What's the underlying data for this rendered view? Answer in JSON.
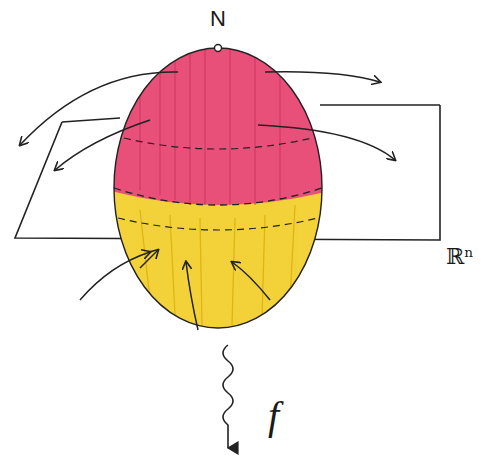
{
  "diagram": {
    "labels": [
      "N",
      "ℝⁿ",
      "f"
    ]
  }
}
